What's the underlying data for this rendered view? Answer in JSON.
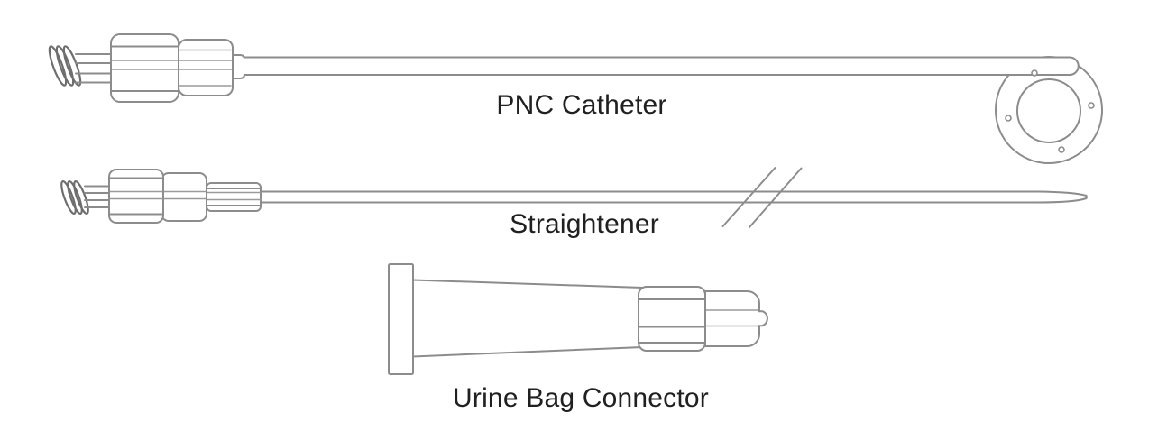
{
  "diagram": {
    "components": [
      {
        "id": "pnc-catheter",
        "label": "PNC Catheter"
      },
      {
        "id": "straightener",
        "label": "Straightener"
      },
      {
        "id": "urine-bag-connector",
        "label": "Urine Bag Connector"
      }
    ]
  },
  "colors": {
    "line": "#8c8c8c",
    "line_dark": "#6e6e6e",
    "text": "#202020",
    "background": "#ffffff"
  }
}
